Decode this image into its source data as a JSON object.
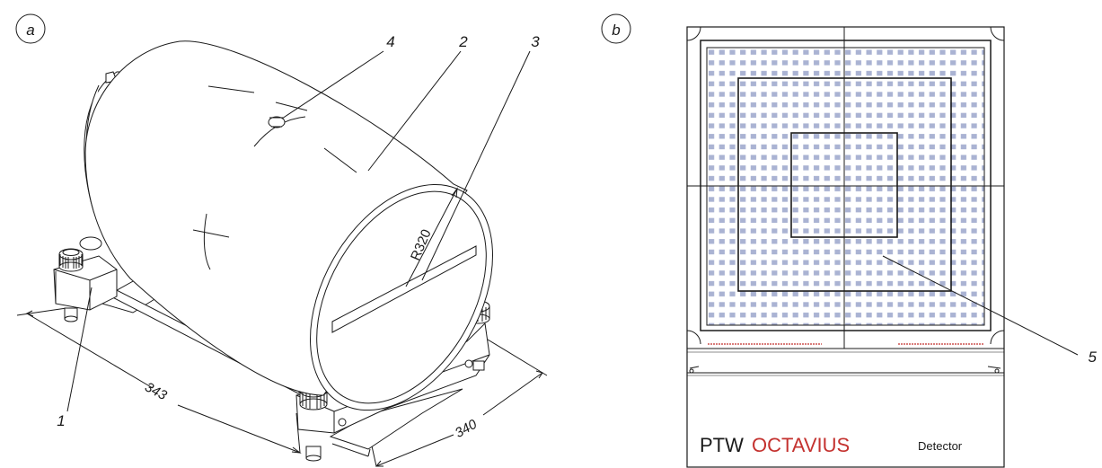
{
  "panel_a": {
    "label": "a",
    "callouts": [
      "1",
      "2",
      "3",
      "4"
    ],
    "radius_label": "R320",
    "dim_length": "343",
    "dim_width": "340"
  },
  "panel_b": {
    "label": "b",
    "callout": "5",
    "brand_ptw": "PTW",
    "brand_octavius": "OCTAVIUS",
    "detector_label": "Detector"
  },
  "colors": {
    "line": "#1a1a1a",
    "detector_grid": "#a9b2d2",
    "octavius_red": "#c4322f",
    "warning_red": "#c4322f"
  }
}
